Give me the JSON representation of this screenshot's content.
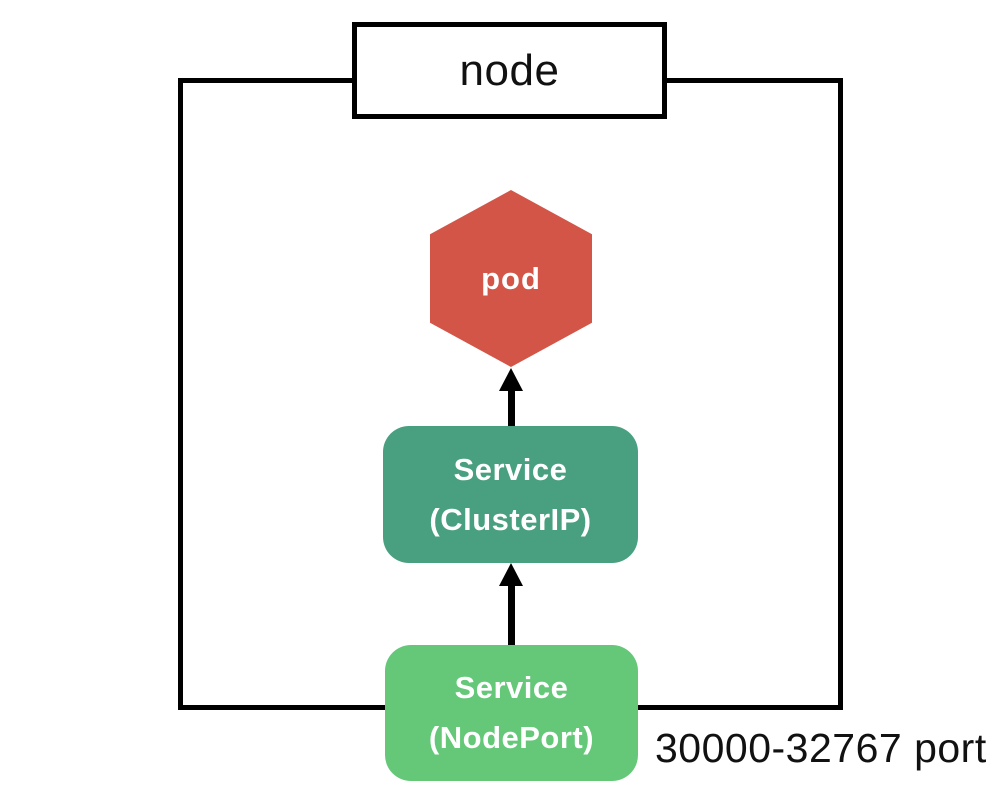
{
  "diagram": {
    "title_context": "Kubernetes NodePort service diagram",
    "node": {
      "label": "node"
    },
    "pod": {
      "label": "pod"
    },
    "service_clusterip": {
      "line1": "Service",
      "line2": "(ClusterIP)"
    },
    "service_nodeport": {
      "line1": "Service",
      "line2": "(NodePort)"
    },
    "port_range": {
      "label": "30000-32767 port"
    },
    "colors": {
      "pod": "#D25548",
      "service_clusterip": "#49A081",
      "service_nodeport": "#64C878",
      "outline": "#000000",
      "label_text": "#ffffff",
      "plain_text": "#111111",
      "background": "#ffffff"
    },
    "arrows": [
      {
        "from": "service_nodeport",
        "to": "service_clusterip",
        "direction": "up"
      },
      {
        "from": "service_clusterip",
        "to": "pod",
        "direction": "up"
      }
    ]
  }
}
